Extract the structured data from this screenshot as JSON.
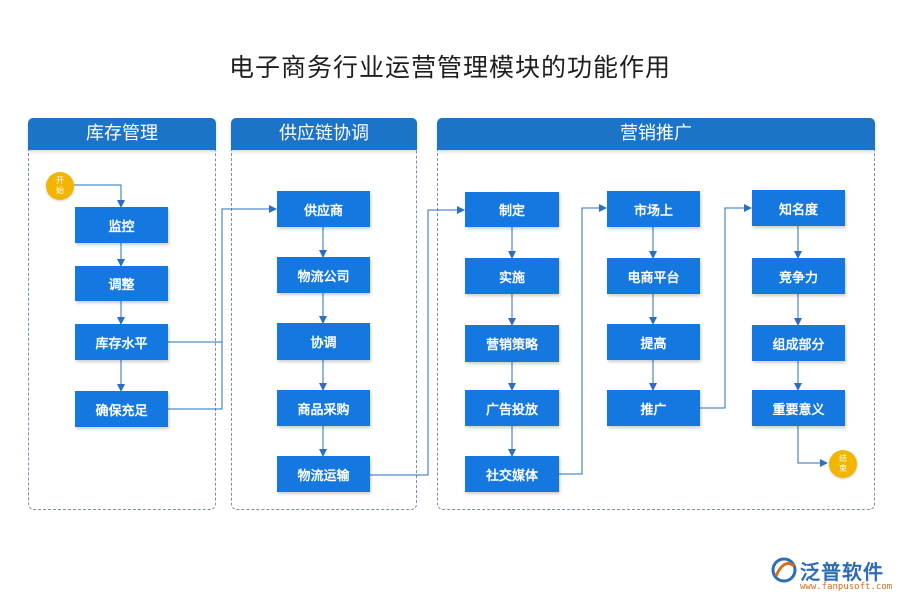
{
  "title": "电子商务行业运营管理模块的功能作用",
  "colors": {
    "header": "#1c74c9",
    "box": "#1478e0",
    "circle": "#f2b600",
    "line": "#2a6fc0"
  },
  "panels": [
    {
      "label": "库存管理"
    },
    {
      "label": "供应链协调"
    },
    {
      "label": "营销推广"
    }
  ],
  "start_label": "开始",
  "end_label": "结束",
  "inventory": [
    "监控",
    "调整",
    "库存水平",
    "确保充足"
  ],
  "supply": [
    "供应商",
    "物流公司",
    "协调",
    "商品采购",
    "物流运输"
  ],
  "marketing_col1": [
    "制定",
    "实施",
    "营销策略",
    "广告投放",
    "社交媒体"
  ],
  "marketing_col2": [
    "市场上",
    "电商平台",
    "提高",
    "推广"
  ],
  "marketing_col3": [
    "知名度",
    "竞争力",
    "组成部分",
    "重要意义"
  ],
  "logo": {
    "name": "泛普软件",
    "url": "www.fanpusoft.com"
  }
}
